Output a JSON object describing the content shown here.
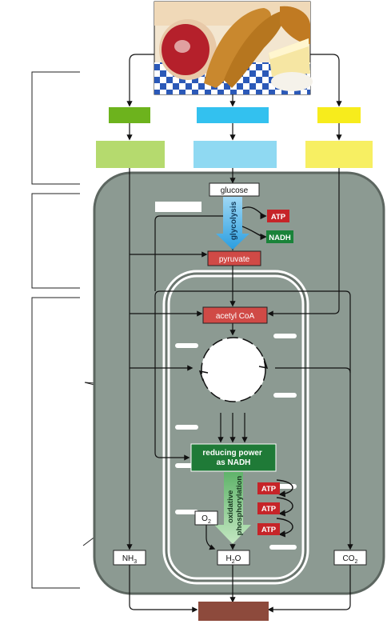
{
  "metabolites": {
    "glucose": "glucose",
    "pyruvate": "pyruvate",
    "acetyl_coa": "acetyl CoA",
    "reducing_power_line1": "reducing power",
    "reducing_power_line2": "as NADH",
    "o2": "O",
    "o2_sub": "2",
    "h2o_h": "H",
    "h2o_sub": "2",
    "h2o_o": "O",
    "nh3": "NH",
    "nh3_sub": "3",
    "co2": "CO",
    "co2_sub": "2"
  },
  "products": {
    "atp": "ATP",
    "nadh": "NADH"
  },
  "processes": {
    "glycolysis": "glycolysis",
    "oxphos_line1": "oxidative",
    "oxphos_line2": "phosphorylation"
  },
  "colors": {
    "protein": "#6db31d",
    "protein_light": "#b5da6e",
    "carb": "#33c1ef",
    "carb_light": "#8fd9f2",
    "fat": "#f7ec1c",
    "fat_light": "#f7ef62",
    "cell": "#8c9a92",
    "metabolite_red": "#d04a46",
    "atp_red": "#c62428",
    "nadh_green": "#1a8339",
    "reducing_green": "#1f7a37",
    "glycolysis_blue": "#3aa8e3",
    "oxphos_green": "#8fcf8f",
    "waste_brown": "#8d4a3c"
  },
  "icons": {
    "food": "food-photo-icon"
  }
}
